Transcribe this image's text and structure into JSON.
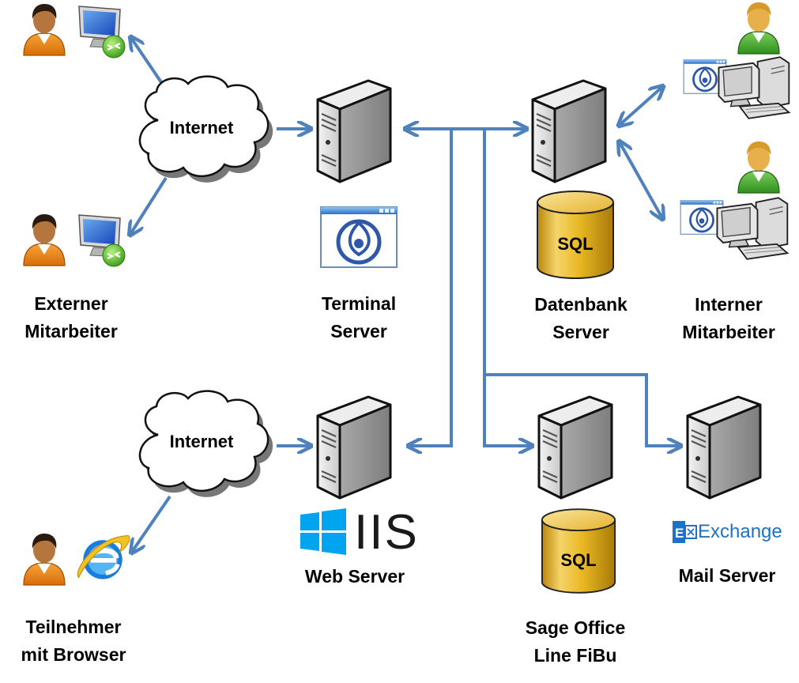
{
  "nodes": {
    "external_employee": {
      "line1": "Externer",
      "line2": "Mitarbeiter"
    },
    "terminal_server": {
      "line1": "Terminal",
      "line2": "Server"
    },
    "database_server": {
      "line1": "Datenbank",
      "line2": "Server"
    },
    "internal_employee": {
      "line1": "Interner",
      "line2": "Mitarbeiter"
    },
    "web_server": {
      "line1": "Web Server"
    },
    "sage_server": {
      "line1": "Sage Office",
      "line2": "Line FiBu"
    },
    "mail_server": {
      "line1": "Mail Server"
    },
    "browser_participant": {
      "line1": "Teilnehmer",
      "line2": "mit Browser"
    }
  },
  "clouds": {
    "top": "Internet",
    "bottom": "Internet"
  },
  "databases": {
    "top": "SQL",
    "bottom": "SQL"
  },
  "logos": {
    "iis": "IIS",
    "exchange": "Exchange"
  },
  "icons": [
    "user-icon",
    "remote-desktop-icon",
    "cloud-icon",
    "server-icon",
    "database-icon",
    "app-window-icon",
    "workstation-icon",
    "internet-explorer-icon",
    "windows-logo-icon",
    "exchange-logo-icon"
  ],
  "colors": {
    "connector": "#4f81bd",
    "database_gold": "#e9b824",
    "exchange_blue": "#1e72c6",
    "windows_blue": "#00a4ef"
  }
}
